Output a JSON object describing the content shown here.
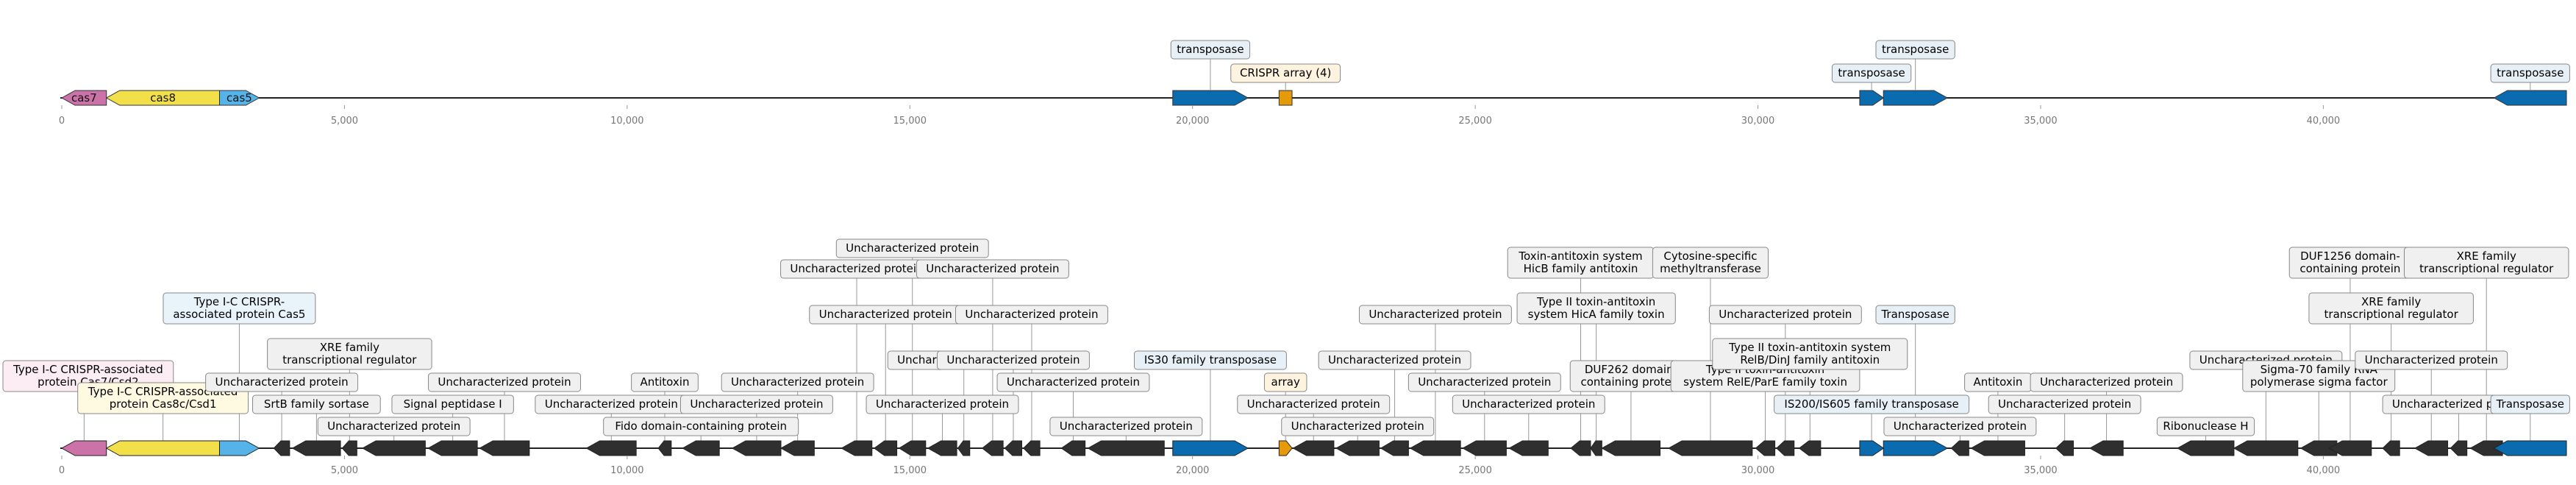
{
  "colors": {
    "cas7": "#CB72A8",
    "cas8": "#F1E04A",
    "cas5": "#56B3E9",
    "transposase": "#0A6BAF",
    "crispr": "#E59A0A",
    "other": "#2F2F2F",
    "box_cas7": "#FBEDF3",
    "box_cas8": "#FEFAE2",
    "box_cas5": "#E8F4FA",
    "box_transposase": "#E6F0F6",
    "box_crispr": "#FDF3DE",
    "box_other": "#F0F0F0",
    "line": "#222222",
    "leader": "#999999",
    "box_stroke": "#888888",
    "tick_text": "#777777"
  },
  "axis_ticks": [
    "0",
    "5,000",
    "10,000",
    "15,000",
    "20,000",
    "25,000",
    "30,000",
    "35,000",
    "40,000"
  ],
  "top_track": {
    "genes": [
      {
        "start": 0,
        "end": 790,
        "strand": -1,
        "kind": "cas7",
        "label": "cas7"
      },
      {
        "start": 790,
        "end": 2790,
        "strand": -1,
        "kind": "cas8",
        "label": "cas8"
      },
      {
        "start": 2790,
        "end": 3490,
        "strand": 1,
        "kind": "cas5",
        "label": "cas5"
      },
      {
        "start": 19650,
        "end": 20980,
        "strand": 1,
        "kind": "transposase",
        "callout": "transposase",
        "level": 1
      },
      {
        "start": 21530,
        "end": 21760,
        "strand": 0,
        "kind": "crispr",
        "callout": "CRISPR array (4)",
        "level": 0
      },
      {
        "start": 31800,
        "end": 32220,
        "strand": 1,
        "kind": "transposase",
        "callout": "transposase",
        "level": 0
      },
      {
        "start": 32220,
        "end": 33350,
        "strand": 1,
        "kind": "transposase",
        "callout": "transposase",
        "level": 1
      },
      {
        "start": 43020,
        "end": 44300,
        "strand": -1,
        "kind": "transposase",
        "callout": "transposase",
        "level": 0
      }
    ]
  },
  "bottom_track": {
    "genes": [
      {
        "start": 0,
        "end": 790,
        "strand": -1,
        "kind": "cas7",
        "callout": "Type I-C CRISPR-associated\nprotein Cas7/Csd2",
        "level": 1
      },
      {
        "start": 790,
        "end": 2790,
        "strand": -1,
        "kind": "cas8",
        "callout": "Type I-C CRISPR-associated\nprotein Cas8c/Csd1",
        "level": 0
      },
      {
        "start": 2790,
        "end": 3490,
        "strand": 1,
        "kind": "cas5",
        "callout": "Type I-C CRISPR-\nassociated protein Cas5",
        "level": 3
      },
      {
        "start": 3750,
        "end": 4030,
        "strand": -1,
        "kind": "other",
        "callout": "Uncharacterized protein",
        "level": 1
      },
      {
        "start": 4080,
        "end": 4930,
        "strand": -1,
        "kind": "other",
        "callout": "SrtB family sortase",
        "level": 0
      },
      {
        "start": 4960,
        "end": 5220,
        "strand": -1,
        "kind": "other",
        "callout": "XRE family\ntranscriptional regulator",
        "level": 2
      },
      {
        "start": 5320,
        "end": 6430,
        "strand": -1,
        "kind": "other",
        "callout": "Uncharacterized protein",
        "level": -1
      },
      {
        "start": 6480,
        "end": 7350,
        "strand": -1,
        "kind": "other",
        "callout": "Signal peptidase I",
        "level": 0
      },
      {
        "start": 7390,
        "end": 8270,
        "strand": -1,
        "kind": "other",
        "callout": "Uncharacterized protein",
        "level": 1
      },
      {
        "start": 9280,
        "end": 10160,
        "strand": -1,
        "kind": "other",
        "callout": "Uncharacterized protein",
        "level": 0
      },
      {
        "start": 10550,
        "end": 10780,
        "strand": -1,
        "kind": "other",
        "callout": "Antitoxin",
        "level": 1
      },
      {
        "start": 10980,
        "end": 11630,
        "strand": -1,
        "kind": "other",
        "callout": "Fido domain-containing protein",
        "level": -1
      },
      {
        "start": 11860,
        "end": 12720,
        "strand": -1,
        "kind": "other",
        "callout": "Uncharacterized protein",
        "level": 0
      },
      {
        "start": 12720,
        "end": 13310,
        "strand": -1,
        "kind": "other",
        "callout": "Uncharacterized protein",
        "level": 1
      },
      {
        "start": 13790,
        "end": 14330,
        "strand": -1,
        "kind": "other",
        "callout": "Uncharacterized protein",
        "level": 4
      },
      {
        "start": 14370,
        "end": 14770,
        "strand": -1,
        "kind": "other",
        "callout": "Uncharacterized protein",
        "level": 3
      },
      {
        "start": 14810,
        "end": 15280,
        "strand": -1,
        "kind": "other",
        "callout": "Uncharacterized protein",
        "level": 5
      },
      {
        "start": 15320,
        "end": 15830,
        "strand": -1,
        "kind": "other",
        "callout": "Uncharacterized protein",
        "level": 0
      },
      {
        "start": 15850,
        "end": 16060,
        "strand": -1,
        "kind": "other",
        "callout": "Uncharacterized protein",
        "level": 2
      },
      {
        "start": 16280,
        "end": 16650,
        "strand": -1,
        "kind": "other",
        "callout": "Uncharacterized protein",
        "level": 4
      },
      {
        "start": 16680,
        "end": 16980,
        "strand": -1,
        "kind": "other",
        "callout": "Uncharacterized protein",
        "level": 2
      },
      {
        "start": 17010,
        "end": 17300,
        "strand": -1,
        "kind": "other",
        "callout": "Uncharacterized protein",
        "level": 3
      },
      {
        "start": 17680,
        "end": 18100,
        "strand": -1,
        "kind": "other",
        "callout": "Uncharacterized protein",
        "level": 1
      },
      {
        "start": 18150,
        "end": 19500,
        "strand": -1,
        "kind": "other",
        "callout": "Uncharacterized protein",
        "level": -1
      },
      {
        "start": 19650,
        "end": 20980,
        "strand": 1,
        "kind": "transposase",
        "callout": "IS30 family transposase",
        "level": 2
      },
      {
        "start": 21530,
        "end": 21760,
        "strand": 1,
        "kind": "crispr",
        "callout": "array",
        "level": 1
      },
      {
        "start": 21780,
        "end": 22500,
        "strand": -1,
        "kind": "other",
        "callout": "Uncharacterized protein",
        "level": 0
      },
      {
        "start": 22540,
        "end": 23300,
        "strand": -1,
        "kind": "other",
        "callout": "Uncharacterized protein",
        "level": -1
      },
      {
        "start": 23330,
        "end": 23820,
        "strand": -1,
        "kind": "other",
        "callout": "Uncharacterized protein",
        "level": 2
      },
      {
        "start": 23850,
        "end": 24740,
        "strand": -1,
        "kind": "other",
        "callout": "Uncharacterized protein",
        "level": 3
      },
      {
        "start": 24780,
        "end": 25550,
        "strand": -1,
        "kind": "other",
        "callout": "Uncharacterized protein",
        "level": 1
      },
      {
        "start": 25600,
        "end": 26290,
        "strand": -1,
        "kind": "other",
        "callout": "Uncharacterized protein",
        "level": 0
      },
      {
        "start": 26690,
        "end": 27040,
        "strand": -1,
        "kind": "other",
        "callout": "Toxin-antitoxin system\nHicB family antitoxin",
        "level": 4
      },
      {
        "start": 27040,
        "end": 27240,
        "strand": -1,
        "kind": "other",
        "callout": "Type II toxin-antitoxin\nsystem HicA family toxin",
        "level": 3
      },
      {
        "start": 27240,
        "end": 28270,
        "strand": -1,
        "kind": "other",
        "callout": "DUF262 domain-\ncontaining protein",
        "level": 1
      },
      {
        "start": 28420,
        "end": 29900,
        "strand": -1,
        "kind": "other",
        "callout": "Cytosine-specific\nmethyltransferase",
        "level": 4
      },
      {
        "start": 29960,
        "end": 30300,
        "strand": -1,
        "kind": "other",
        "callout": "Type II toxin-antitoxin\nsystem RelE/ParE family toxin",
        "level": 1
      },
      {
        "start": 30330,
        "end": 30640,
        "strand": -1,
        "kind": "other",
        "callout": "Uncharacterized protein",
        "level": 3
      },
      {
        "start": 30730,
        "end": 31110,
        "strand": -1,
        "kind": "other",
        "callout": "Type II toxin-antitoxin system\nRelB/DinJ family antitoxin",
        "level": 2
      },
      {
        "start": 31800,
        "end": 32220,
        "strand": 1,
        "kind": "transposase",
        "callout": "IS200/IS605 family transposase",
        "level": 0
      },
      {
        "start": 32220,
        "end": 33350,
        "strand": 1,
        "kind": "transposase",
        "callout": "Transposase",
        "level": 3
      },
      {
        "start": 33420,
        "end": 33730,
        "strand": -1,
        "kind": "other",
        "callout": "Uncharacterized protein",
        "level": -1
      },
      {
        "start": 33770,
        "end": 34720,
        "strand": -1,
        "kind": "other",
        "callout": "Antitoxin",
        "level": 1
      },
      {
        "start": 35270,
        "end": 35580,
        "strand": -1,
        "kind": "other",
        "callout": "Uncharacterized protein",
        "level": 0
      },
      {
        "start": 35870,
        "end": 36460,
        "strand": -1,
        "kind": "other",
        "callout": "Uncharacterized protein",
        "level": 1
      },
      {
        "start": 37420,
        "end": 38420,
        "strand": -1,
        "kind": "other",
        "callout": "Ribonuclease H",
        "level": -1
      },
      {
        "start": 38420,
        "end": 39550,
        "strand": -1,
        "kind": "other",
        "callout": "Uncharacterized protein",
        "level": 2
      },
      {
        "start": 39600,
        "end": 40240,
        "strand": -1,
        "kind": "other",
        "callout": "Sigma-70 family RNA\npolymerase sigma factor",
        "level": 1
      },
      {
        "start": 40100,
        "end": 40850,
        "strand": -1,
        "kind": "other",
        "callout": "DUF1256 domain-\ncontaining protein",
        "level": 4
      },
      {
        "start": 41050,
        "end": 41350,
        "strand": -1,
        "kind": "other",
        "callout": "XRE family\ntranscriptional regulator",
        "level": 3
      },
      {
        "start": 41620,
        "end": 42200,
        "strand": -1,
        "kind": "other",
        "callout": "Uncharacterized protein",
        "level": 2
      },
      {
        "start": 42250,
        "end": 42540,
        "strand": -1,
        "kind": "other",
        "callout": "Uncharacterized protein",
        "level": 0
      },
      {
        "start": 42600,
        "end": 43170,
        "strand": -1,
        "kind": "other",
        "callout": "XRE family\ntranscriptional regulator",
        "level": 4
      },
      {
        "start": 43020,
        "end": 44300,
        "strand": -1,
        "kind": "transposase",
        "callout": "Transposase",
        "level": 0
      }
    ]
  }
}
